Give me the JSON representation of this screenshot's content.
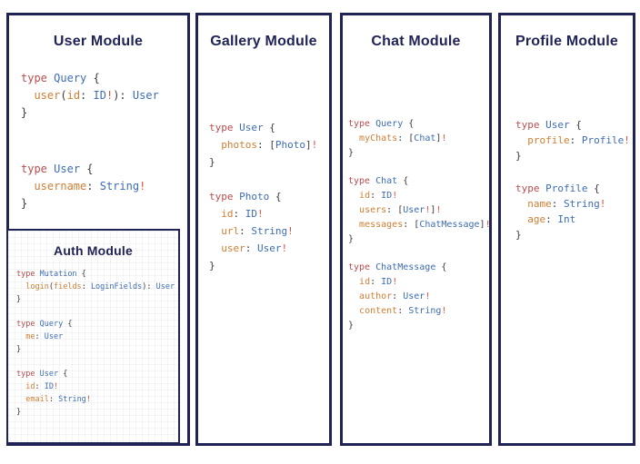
{
  "colors": {
    "navy": "#1f2355",
    "keyword": "#b94c4e",
    "type": "#3d6cb4",
    "field": "#cf7e33",
    "bang": "#d9513d",
    "punct": "#3b3b3b"
  },
  "panels": [
    {
      "title": "User Module",
      "blocks": [
        [
          [
            [
              "type",
              "k"
            ],
            [
              " ",
              "n"
            ],
            [
              "Query",
              "t"
            ],
            [
              " {",
              "p"
            ]
          ],
          [
            [
              "  ",
              "n"
            ],
            [
              "user",
              "f"
            ],
            [
              "(",
              "p"
            ],
            [
              "id",
              "f"
            ],
            [
              ":",
              "p"
            ],
            [
              " ",
              "n"
            ],
            [
              "ID",
              "t"
            ],
            [
              "!",
              "b"
            ],
            [
              "):",
              "p"
            ],
            [
              " ",
              "n"
            ],
            [
              "User",
              "t"
            ]
          ],
          [
            [
              "}",
              "p"
            ]
          ]
        ],
        [
          [
            [
              "type",
              "k"
            ],
            [
              " ",
              "n"
            ],
            [
              "User",
              "t"
            ],
            [
              " {",
              "p"
            ]
          ],
          [
            [
              "  ",
              "n"
            ],
            [
              "username",
              "f"
            ],
            [
              ":",
              "p"
            ],
            [
              " ",
              "n"
            ],
            [
              "String",
              "t"
            ],
            [
              "!",
              "b"
            ]
          ],
          [
            [
              "}",
              "p"
            ]
          ]
        ]
      ]
    },
    {
      "title": "Gallery Module",
      "blocks": [
        [
          [
            [
              "type",
              "k"
            ],
            [
              " ",
              "n"
            ],
            [
              "User",
              "t"
            ],
            [
              " {",
              "p"
            ]
          ],
          [
            [
              "  ",
              "n"
            ],
            [
              "photos",
              "f"
            ],
            [
              ":",
              "p"
            ],
            [
              " ",
              "n"
            ],
            [
              "[",
              "p"
            ],
            [
              "Photo",
              "t"
            ],
            [
              "]",
              "p"
            ],
            [
              "!",
              "b"
            ]
          ],
          [
            [
              "}",
              "p"
            ]
          ]
        ],
        [
          [
            [
              "type",
              "k"
            ],
            [
              " ",
              "n"
            ],
            [
              "Photo",
              "t"
            ],
            [
              " {",
              "p"
            ]
          ],
          [
            [
              "  ",
              "n"
            ],
            [
              "id",
              "f"
            ],
            [
              ":",
              "p"
            ],
            [
              " ",
              "n"
            ],
            [
              "ID",
              "t"
            ],
            [
              "!",
              "b"
            ]
          ],
          [
            [
              "  ",
              "n"
            ],
            [
              "url",
              "f"
            ],
            [
              ":",
              "p"
            ],
            [
              " ",
              "n"
            ],
            [
              "String",
              "t"
            ],
            [
              "!",
              "b"
            ]
          ],
          [
            [
              "  ",
              "n"
            ],
            [
              "user",
              "f"
            ],
            [
              ":",
              "p"
            ],
            [
              " ",
              "n"
            ],
            [
              "User",
              "t"
            ],
            [
              "!",
              "b"
            ]
          ],
          [
            [
              "}",
              "p"
            ]
          ]
        ]
      ]
    },
    {
      "title": "Chat Module",
      "blocks": [
        [
          [
            [
              "type",
              "k"
            ],
            [
              " ",
              "n"
            ],
            [
              "Query",
              "t"
            ],
            [
              " {",
              "p"
            ]
          ],
          [
            [
              "  ",
              "n"
            ],
            [
              "myChats",
              "f"
            ],
            [
              ":",
              "p"
            ],
            [
              " ",
              "n"
            ],
            [
              "[",
              "p"
            ],
            [
              "Chat",
              "t"
            ],
            [
              "]",
              "p"
            ],
            [
              "!",
              "b"
            ]
          ],
          [
            [
              "}",
              "p"
            ]
          ]
        ],
        [
          [
            [
              "type",
              "k"
            ],
            [
              " ",
              "n"
            ],
            [
              "Chat",
              "t"
            ],
            [
              " {",
              "p"
            ]
          ],
          [
            [
              "  ",
              "n"
            ],
            [
              "id",
              "f"
            ],
            [
              ":",
              "p"
            ],
            [
              " ",
              "n"
            ],
            [
              "ID",
              "t"
            ],
            [
              "!",
              "b"
            ]
          ],
          [
            [
              "  ",
              "n"
            ],
            [
              "users",
              "f"
            ],
            [
              ":",
              "p"
            ],
            [
              " ",
              "n"
            ],
            [
              "[",
              "p"
            ],
            [
              "User",
              "t"
            ],
            [
              "!",
              "b"
            ],
            [
              "]",
              "p"
            ],
            [
              "!",
              "b"
            ]
          ],
          [
            [
              "  ",
              "n"
            ],
            [
              "messages",
              "f"
            ],
            [
              ":",
              "p"
            ],
            [
              " ",
              "n"
            ],
            [
              "[",
              "p"
            ],
            [
              "ChatMessage",
              "t"
            ],
            [
              "]",
              "p"
            ],
            [
              "!",
              "b"
            ]
          ],
          [
            [
              "}",
              "p"
            ]
          ]
        ],
        [
          [
            [
              "type",
              "k"
            ],
            [
              " ",
              "n"
            ],
            [
              "ChatMessage",
              "t"
            ],
            [
              " {",
              "p"
            ]
          ],
          [
            [
              "  ",
              "n"
            ],
            [
              "id",
              "f"
            ],
            [
              ":",
              "p"
            ],
            [
              " ",
              "n"
            ],
            [
              "ID",
              "t"
            ],
            [
              "!",
              "b"
            ]
          ],
          [
            [
              "  ",
              "n"
            ],
            [
              "author",
              "f"
            ],
            [
              ":",
              "p"
            ],
            [
              " ",
              "n"
            ],
            [
              "User",
              "t"
            ],
            [
              "!",
              "b"
            ]
          ],
          [
            [
              "  ",
              "n"
            ],
            [
              "content",
              "f"
            ],
            [
              ":",
              "p"
            ],
            [
              " ",
              "n"
            ],
            [
              "String",
              "t"
            ],
            [
              "!",
              "b"
            ]
          ],
          [
            [
              "}",
              "p"
            ]
          ]
        ]
      ]
    },
    {
      "title": "Profile Module",
      "blocks": [
        [
          [
            [
              "type",
              "k"
            ],
            [
              " ",
              "n"
            ],
            [
              "User",
              "t"
            ],
            [
              " {",
              "p"
            ]
          ],
          [
            [
              "  ",
              "n"
            ],
            [
              "profile",
              "f"
            ],
            [
              ":",
              "p"
            ],
            [
              " ",
              "n"
            ],
            [
              "Profile",
              "t"
            ],
            [
              "!",
              "b"
            ]
          ],
          [
            [
              "}",
              "p"
            ]
          ]
        ],
        [
          [
            [
              "type",
              "k"
            ],
            [
              " ",
              "n"
            ],
            [
              "Profile",
              "t"
            ],
            [
              " {",
              "p"
            ]
          ],
          [
            [
              "  ",
              "n"
            ],
            [
              "name",
              "f"
            ],
            [
              ":",
              "p"
            ],
            [
              " ",
              "n"
            ],
            [
              "String",
              "t"
            ],
            [
              "!",
              "b"
            ]
          ],
          [
            [
              "  ",
              "n"
            ],
            [
              "age",
              "f"
            ],
            [
              ":",
              "p"
            ],
            [
              " ",
              "n"
            ],
            [
              "Int",
              "t"
            ]
          ],
          [
            [
              "}",
              "p"
            ]
          ]
        ]
      ]
    }
  ],
  "auth": {
    "title": "Auth Module",
    "blocks": [
      [
        [
          [
            "type",
            "k"
          ],
          [
            " ",
            "n"
          ],
          [
            "Mutation",
            "t"
          ],
          [
            " {",
            "p"
          ]
        ],
        [
          [
            "  ",
            "n"
          ],
          [
            "login",
            "f"
          ],
          [
            "(",
            "p"
          ],
          [
            "fields",
            "f"
          ],
          [
            ":",
            "p"
          ],
          [
            " ",
            "n"
          ],
          [
            "LoginFields",
            "t"
          ],
          [
            "):",
            "p"
          ],
          [
            " ",
            "n"
          ],
          [
            "User",
            "t"
          ]
        ],
        [
          [
            "}",
            "p"
          ]
        ]
      ],
      [
        [
          [
            "type",
            "k"
          ],
          [
            " ",
            "n"
          ],
          [
            "Query",
            "t"
          ],
          [
            " {",
            "p"
          ]
        ],
        [
          [
            "  ",
            "n"
          ],
          [
            "me",
            "f"
          ],
          [
            ":",
            "p"
          ],
          [
            " ",
            "n"
          ],
          [
            "User",
            "t"
          ]
        ],
        [
          [
            "}",
            "p"
          ]
        ]
      ],
      [
        [
          [
            "type",
            "k"
          ],
          [
            " ",
            "n"
          ],
          [
            "User",
            "t"
          ],
          [
            " {",
            "p"
          ]
        ],
        [
          [
            "  ",
            "n"
          ],
          [
            "id",
            "f"
          ],
          [
            ":",
            "p"
          ],
          [
            " ",
            "n"
          ],
          [
            "ID",
            "t"
          ],
          [
            "!",
            "b"
          ]
        ],
        [
          [
            "  ",
            "n"
          ],
          [
            "email",
            "f"
          ],
          [
            ":",
            "p"
          ],
          [
            " ",
            "n"
          ],
          [
            "String",
            "t"
          ],
          [
            "!",
            "b"
          ]
        ],
        [
          [
            "}",
            "p"
          ]
        ]
      ]
    ]
  }
}
